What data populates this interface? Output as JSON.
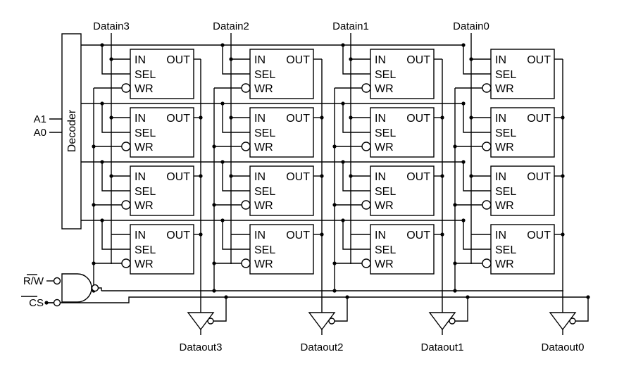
{
  "decoder": {
    "label": "Decoder"
  },
  "address_inputs": [
    "A1",
    "A0"
  ],
  "control_inputs": {
    "rw": "R/W",
    "cs": "CS"
  },
  "data_inputs": [
    "Datain3",
    "Datain2",
    "Datain1",
    "Datain0"
  ],
  "data_outputs": [
    "Dataout3",
    "Dataout2",
    "Dataout1",
    "Dataout0"
  ],
  "cell": {
    "in_label": "IN",
    "out_label": "OUT",
    "sel_label": "SEL",
    "wr_label": "WR"
  },
  "rows": 4,
  "columns": 4
}
